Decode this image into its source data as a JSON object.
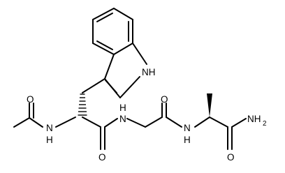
{
  "molecule": {
    "atoms": {
      "carbonyl_o_acetyl": "O",
      "amide_n_acetyl": "N",
      "amide_h_acetyl": "H",
      "indole_nh": "NH",
      "amide_n_middle": "N",
      "amide_h_middle": "H",
      "carbonyl_o_trp": "O",
      "carbonyl_o_gly": "O",
      "amide_n_ala": "N",
      "amide_h_ala": "H",
      "terminal_nh2_n": "NH",
      "terminal_nh2_sub": "2",
      "carbonyl_o_ala": "O"
    }
  }
}
